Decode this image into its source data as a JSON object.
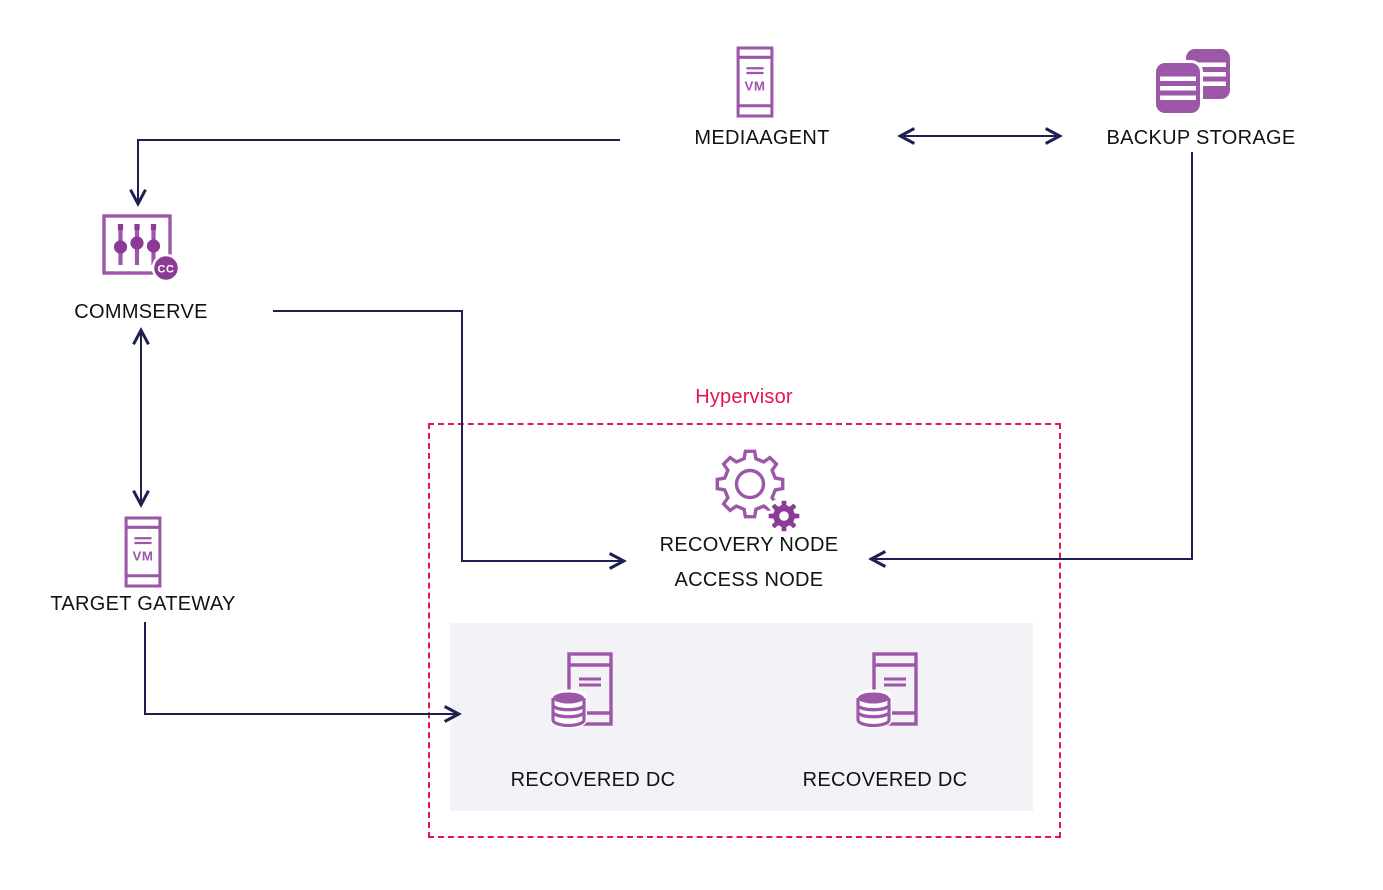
{
  "diagram": {
    "hypervisor_group": {
      "label": "Hypervisor"
    },
    "nodes": {
      "mediaagent": {
        "label": "MEDIAAGENT"
      },
      "backup_storage": {
        "label": "BACKUP STORAGE"
      },
      "commserve": {
        "label": "COMMSERVE",
        "badge": "CC"
      },
      "target_gateway": {
        "label": "TARGET GATEWAY"
      },
      "recovery_node": {
        "label_line1": "RECOVERY NODE",
        "label_line2": "ACCESS NODE"
      },
      "recovered_dc_1": {
        "label": "RECOVERED DC"
      },
      "recovered_dc_2": {
        "label": "RECOVERED DC"
      }
    },
    "icons": {
      "vm_badge_text": "VM",
      "mediaagent_icon": "vm-server-icon",
      "backup_storage_icon": "storage-disks-icon",
      "commserve_icon": "control-sliders-icon",
      "target_gateway_icon": "vm-server-icon",
      "recovery_node_icon": "gears-icon",
      "recovered_dc_icon": "server-database-icon"
    },
    "connections": [
      "mediaagent -> commserve",
      "mediaagent <-> backup-storage",
      "backup-storage -> recovery-node",
      "commserve -> recovery-node",
      "commserve <-> target-gateway",
      "target-gateway -> recovered-dc"
    ],
    "colors": {
      "icon_purple": "#9c57a8",
      "icon_purple_dark": "#8b3a96",
      "connector_navy": "#1e2150",
      "hypervisor_red": "#e3174e",
      "panel_gray": "#f2f2f7",
      "label_text": "#121212",
      "background": "#ffffff"
    }
  }
}
